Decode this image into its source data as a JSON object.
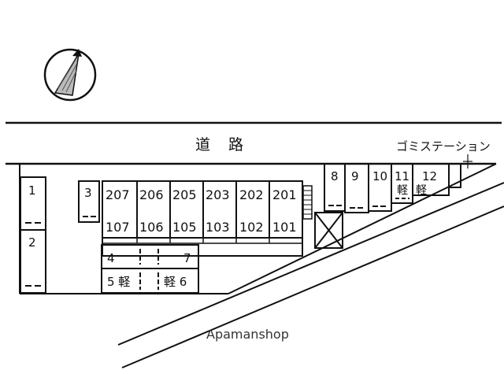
{
  "road_label": "道　路",
  "garbage_station_label": "ゴミステーション",
  "watermark": "Apamanshop",
  "compass": {
    "direction": "north"
  },
  "units_upper": [
    "207",
    "206",
    "205",
    "203",
    "202",
    "201"
  ],
  "units_lower": [
    "107",
    "106",
    "105",
    "103",
    "102",
    "101"
  ],
  "parking": {
    "left": [
      "1",
      "2"
    ],
    "slot3": "3",
    "center_top": [
      "4",
      "7"
    ],
    "center_bottom": [
      "5 軽",
      "軽 6"
    ],
    "right": [
      "8",
      "9",
      "10",
      "11",
      "12"
    ],
    "right_kei": [
      "軽",
      "軽"
    ]
  },
  "colors": {
    "line": "#111111",
    "background": "#ffffff"
  }
}
